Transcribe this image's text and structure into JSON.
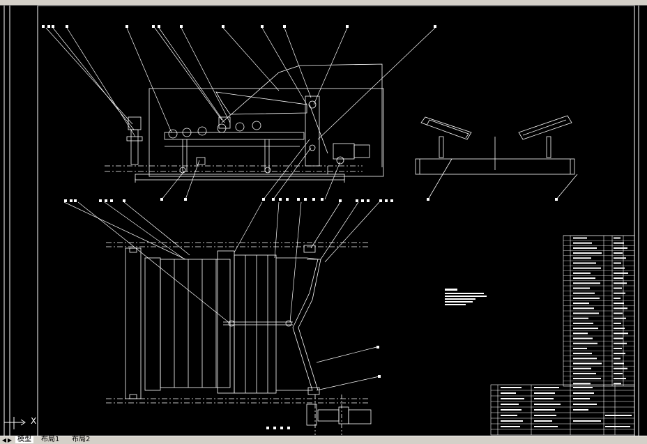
{
  "toolbar": {
    "icons": [
      "new-icon",
      "open-icon",
      "save-icon",
      "print-icon",
      "undo-icon",
      "redo-icon",
      "pan-icon",
      "zoom-icon",
      "properties-icon",
      "layer-icon",
      "help-icon"
    ]
  },
  "drawing": {
    "background": "#000000",
    "line_color": "#ffffff",
    "ucs_axis_label": "X"
  },
  "tabs": {
    "items": [
      {
        "label": "模型",
        "active": true
      },
      {
        "label": "布局1",
        "active": false
      },
      {
        "label": "布局2",
        "active": false
      }
    ],
    "nav_prev": "◀",
    "nav_next": "▶"
  }
}
